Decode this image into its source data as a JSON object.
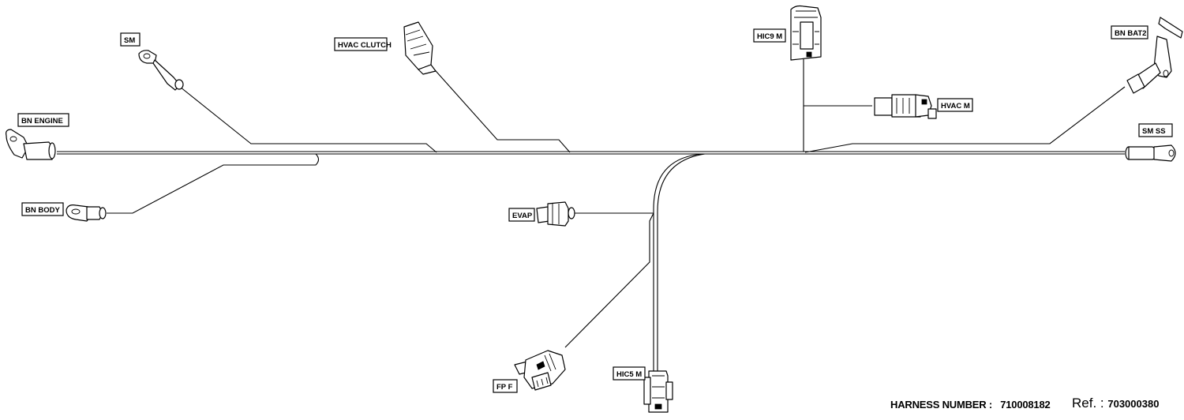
{
  "connectors": {
    "sm": "SM",
    "hvac_clutch": "HVAC CLUTCH",
    "hic9_m": "HIC9 M",
    "bn_bat2": "BN BAT2",
    "bn_engine": "BN ENGINE",
    "hvac_m": "HVAC M",
    "sm_ss": "SM SS",
    "bn_body": "BN BODY",
    "evap": "EVAP",
    "fp_f": "FP F",
    "hic5_m": "HIC5 M"
  },
  "footer": {
    "harness_label": "HARNESS NUMBER :",
    "harness_number": "710008182",
    "ref_label": "Ref. :",
    "ref_number": "703000380"
  }
}
